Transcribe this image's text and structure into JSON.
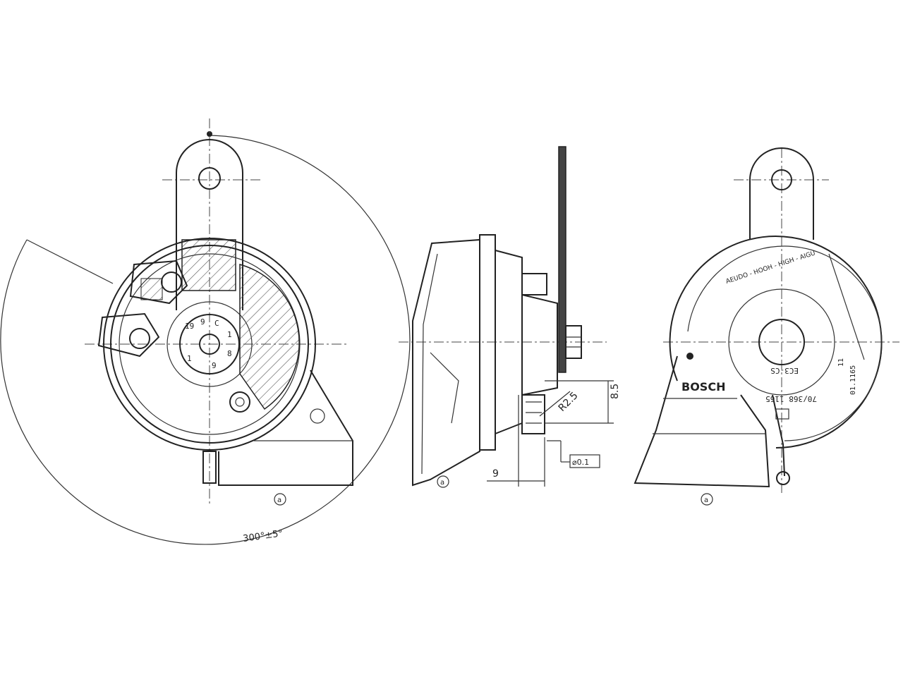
{
  "views": {
    "front": {
      "angle_dimension": "300°±5°",
      "view_marker": "a",
      "part_number_marks": [
        "19",
        "9",
        "C",
        "1",
        "8",
        "9",
        "1"
      ]
    },
    "side": {
      "radius_dimension": "R2.5",
      "height_dimension": "8.5",
      "width_dimension": "9",
      "tolerance_frame": "⌀0.1",
      "view_marker": "a"
    },
    "rear": {
      "brand": "BOSCH",
      "ring_text": "AEUDO - HOOH - HIGH - AIGU",
      "part_number": "70/368 1165",
      "code": "EC3-CS",
      "small_marks": [
        "11",
        "01.1165"
      ],
      "view_marker": "a"
    }
  },
  "colors": {
    "line": "#222222",
    "background": "#ffffff"
  }
}
